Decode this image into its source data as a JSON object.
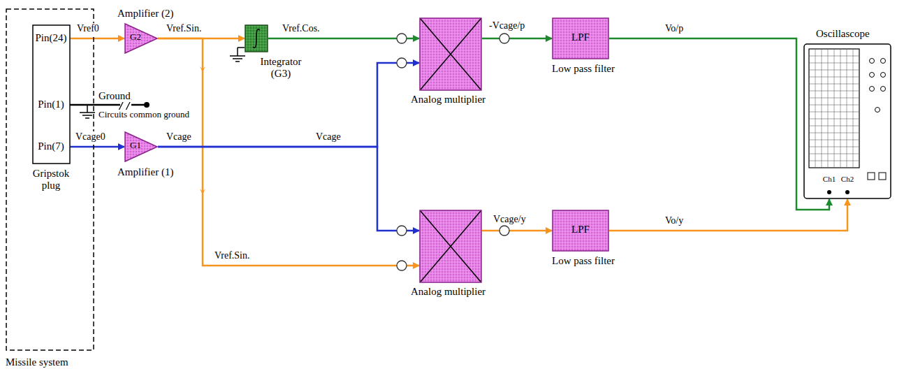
{
  "diagram": {
    "nodes": [
      {
        "text": [
          "Missile system"
        ]
      },
      {
        "text": [
          "Pin(24)",
          "Pin(1)",
          "Pin(7)",
          "Gripstok plug"
        ],
        "in": 0
      },
      {
        "text": [
          "Amplifier (2)",
          "G2"
        ]
      },
      {
        "text": [
          "G1",
          "Amplifier (1)"
        ]
      },
      {
        "text": [
          "Integrator (G3)"
        ]
      },
      {
        "text": [
          "Analog multiplier"
        ]
      },
      {
        "text": [
          "Analog multiplier"
        ]
      },
      {
        "text": [
          "LPF",
          "Low pass filter"
        ]
      },
      {
        "text": [
          "LPF",
          "Low pass filter"
        ]
      },
      {
        "text": [
          "Oscillascope",
          "Ch1",
          "Ch2"
        ]
      }
    ],
    "edges": [
      {
        "from": 1,
        "to": 2,
        "arrow": "to",
        "label": "Vref0"
      },
      {
        "from": 1,
        "to": 3,
        "arrow": "to",
        "label": "Vcage0"
      },
      {
        "from": 2,
        "to": 4,
        "arrow": "to",
        "label": "Vref.Sin."
      },
      {
        "from": 2,
        "to": 6,
        "arrow": "to",
        "label": "Vref.Sin."
      },
      {
        "from": 4,
        "to": 5,
        "arrow": "to",
        "label": "Vref.Cos."
      },
      {
        "from": 3,
        "to": 5,
        "arrow": "to",
        "label": "Vcage"
      },
      {
        "from": 3,
        "to": 6,
        "arrow": "to",
        "label": "Vcage"
      },
      {
        "from": 5,
        "to": 7,
        "arrow": "to",
        "label": "-Vcage/p"
      },
      {
        "from": 6,
        "to": 8,
        "arrow": "to",
        "label": "Vcage/y"
      },
      {
        "from": 7,
        "to": 9,
        "arrow": "to",
        "label": "Vo/p"
      },
      {
        "from": 8,
        "to": 9,
        "arrow": "to",
        "label": "Vo/y"
      }
    ],
    "labels": [
      "Ground",
      "Circuits common ground"
    ]
  }
}
